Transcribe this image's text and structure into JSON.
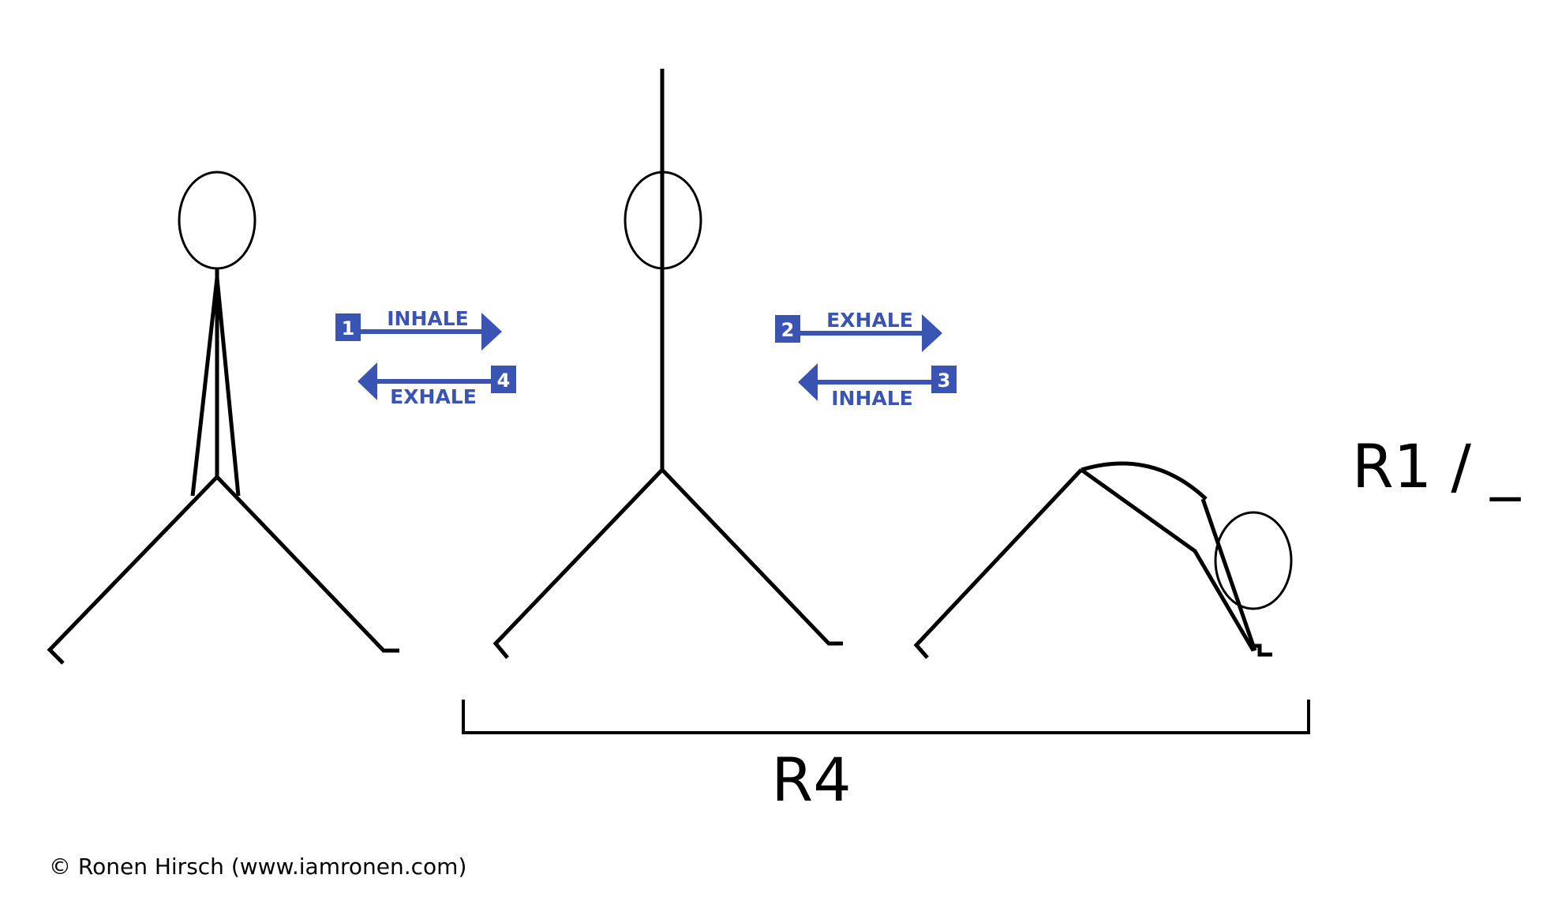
{
  "colors": {
    "figure": "#000000",
    "accent": "#3a54b4",
    "background": "#ffffff"
  },
  "figures": [
    {
      "pose": "standing-arms-down"
    },
    {
      "pose": "standing-arms-up"
    },
    {
      "pose": "forward-fold"
    }
  ],
  "transitions": [
    {
      "forward": {
        "step": "1",
        "label": "INHALE"
      },
      "backward": {
        "step": "4",
        "label": "EXHALE"
      }
    },
    {
      "forward": {
        "step": "2",
        "label": "EXHALE"
      },
      "backward": {
        "step": "3",
        "label": "INHALE"
      }
    }
  ],
  "bracket_label": "R4",
  "side_label": "R1 / _",
  "credit": "© Ronen Hirsch (www.iamronen.com)"
}
